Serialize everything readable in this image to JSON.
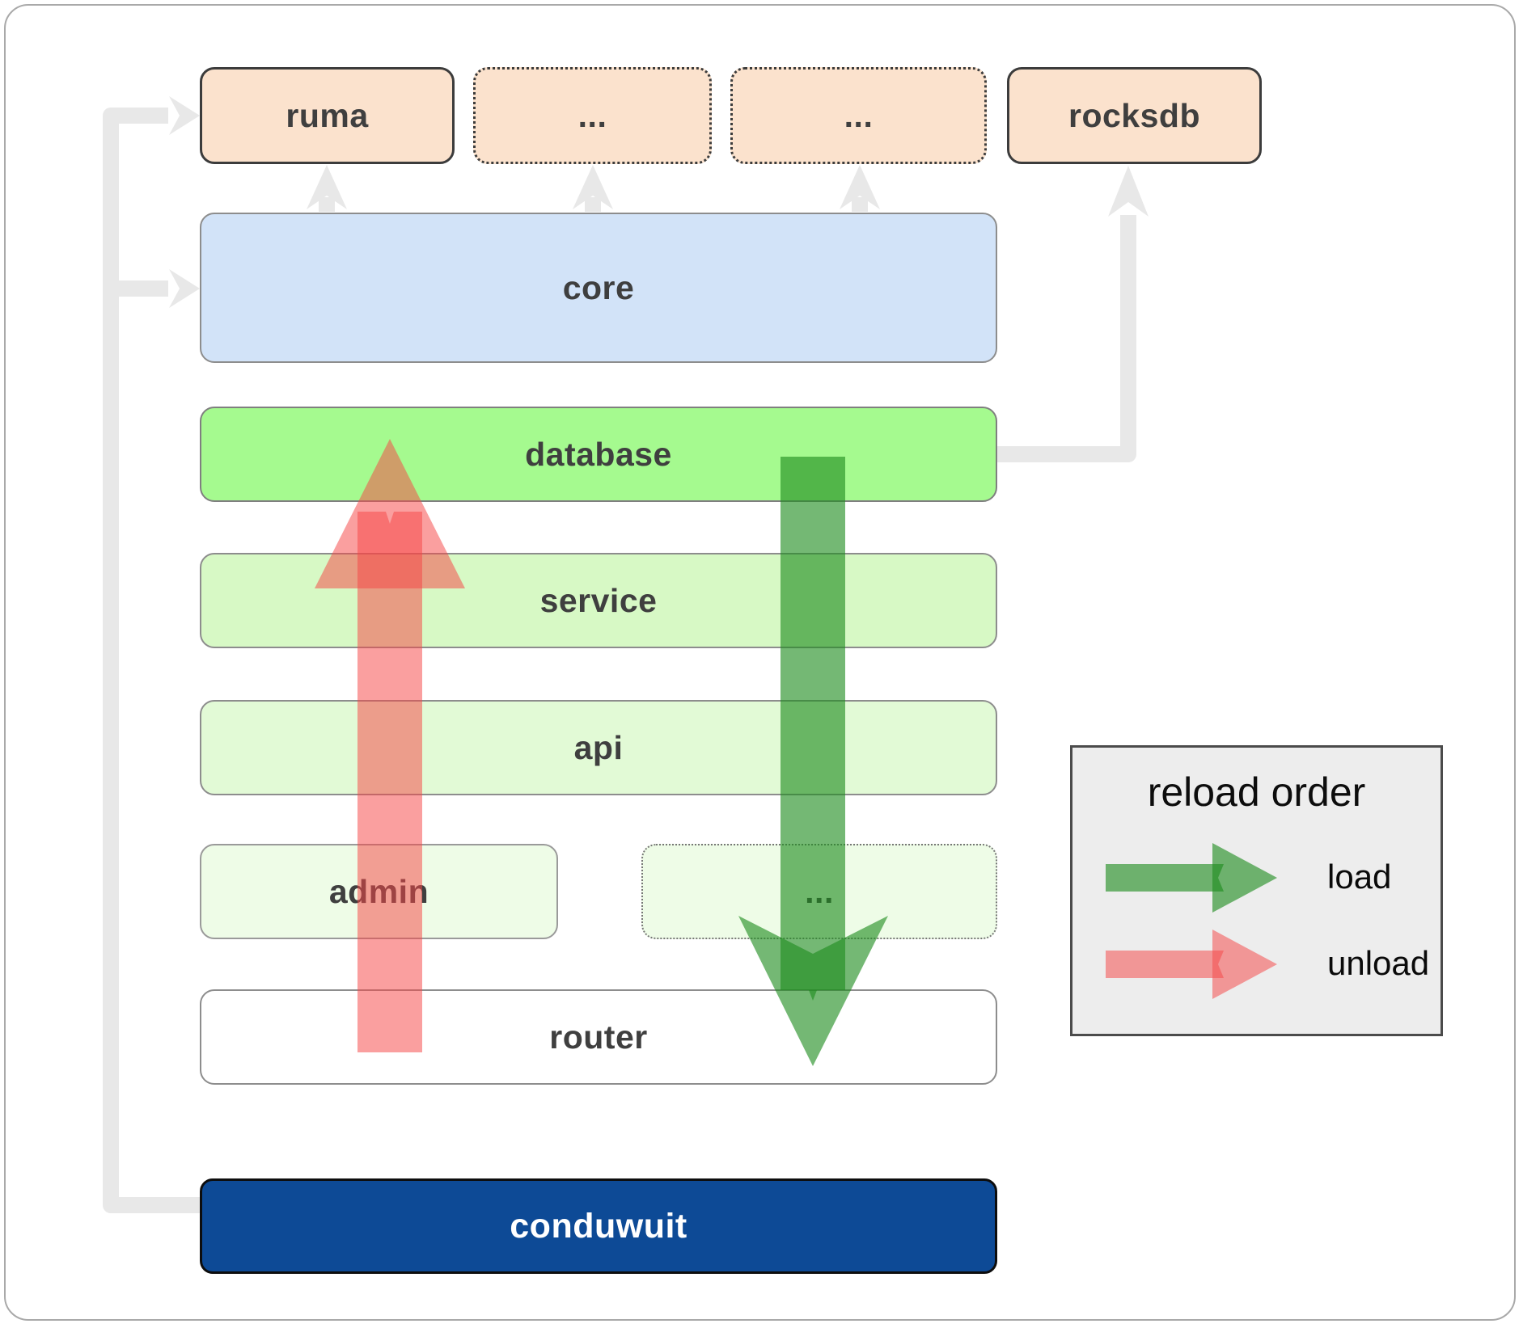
{
  "diagram": {
    "top_row": {
      "ruma": {
        "label": "ruma"
      },
      "ellipsis1": {
        "label": "..."
      },
      "ellipsis2": {
        "label": "..."
      },
      "rocksdb": {
        "label": "rocksdb"
      }
    },
    "layers": {
      "core": {
        "label": "core"
      },
      "database": {
        "label": "database"
      },
      "service": {
        "label": "service"
      },
      "api": {
        "label": "api"
      },
      "admin": {
        "label": "admin"
      },
      "ellipsis_admin": {
        "label": "..."
      },
      "router": {
        "label": "router"
      },
      "conduwuit": {
        "label": "conduwuit"
      }
    }
  },
  "legend": {
    "title": "reload order",
    "items": [
      {
        "label": "load",
        "color": "#1e8c1e"
      },
      {
        "label": "unload",
        "color": "#f64646"
      }
    ]
  },
  "colors": {
    "peach": "#fbe2cd",
    "core_blue": "#d2e3f8",
    "db_green": "#a5fa8f",
    "service_green": "#d7f9c5",
    "api_green": "#e2fad6",
    "pale_green": "#eefce7",
    "navy": "#0d4a96",
    "legend_bg": "#ededed",
    "gray_line": "#e8e8e8",
    "arrow_green": "#1e8c1e",
    "arrow_red": "#f64646"
  }
}
